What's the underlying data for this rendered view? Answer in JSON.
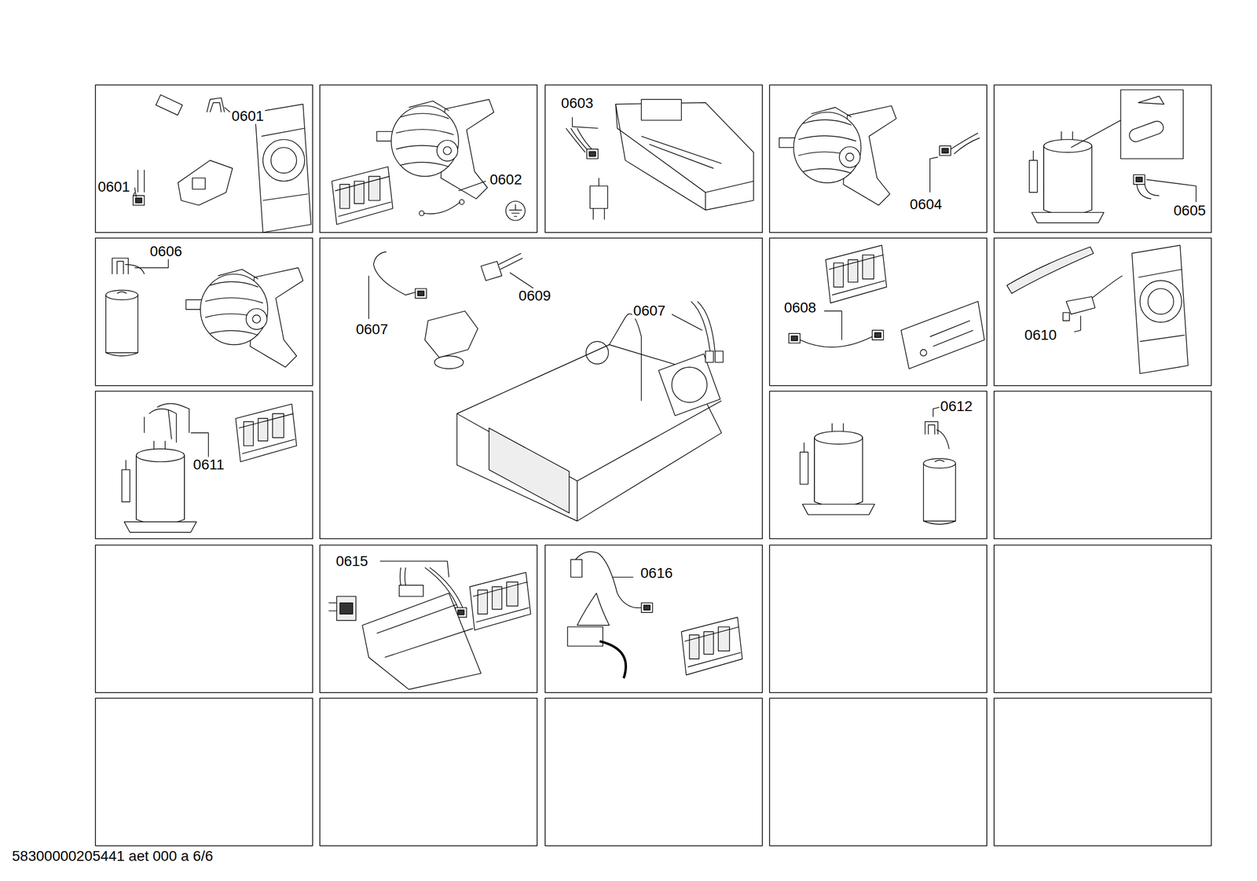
{
  "diagram": {
    "labels": [
      "0601",
      "0601",
      "0602",
      "0603",
      "0604",
      "0605",
      "0606",
      "0607",
      "0609",
      "0607",
      "0608",
      "0610",
      "0611",
      "0612",
      "0615",
      "0616",
      "58300000205441 aet 000 a 6/6"
    ]
  }
}
